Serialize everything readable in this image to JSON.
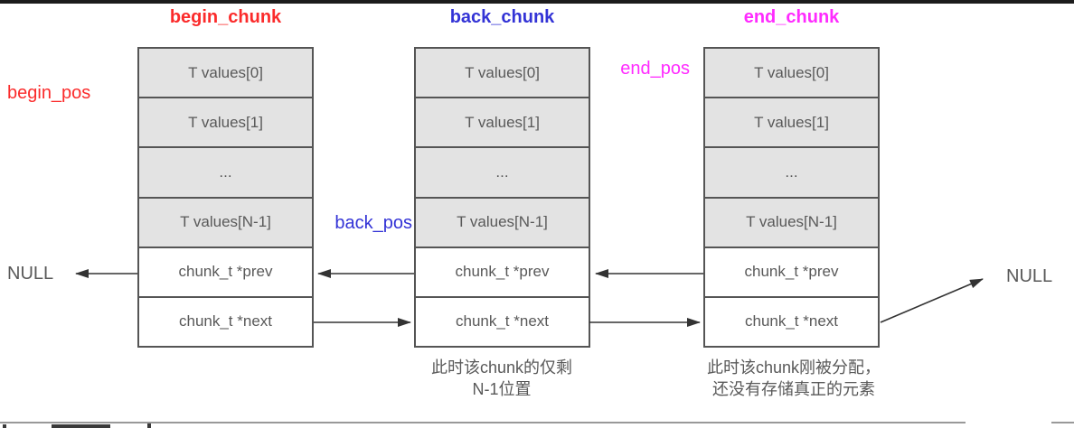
{
  "diagram": {
    "chunks": [
      {
        "title": "begin_chunk",
        "cells": [
          "T values[0]",
          "T values[1]",
          "...",
          "T values[N-1]",
          "chunk_t *prev",
          "chunk_t *next"
        ]
      },
      {
        "title": "back_chunk",
        "cells": [
          "T values[0]",
          "T values[1]",
          "...",
          "T values[N-1]",
          "chunk_t *prev",
          "chunk_t *next"
        ],
        "caption": [
          "此时该chunk的仅剩",
          "N-1位置"
        ]
      },
      {
        "title": "end_chunk",
        "cells": [
          "T values[0]",
          "T values[1]",
          "...",
          "T values[N-1]",
          "chunk_t *prev",
          "chunk_t *next"
        ],
        "caption": [
          "此时该chunk刚被分配，",
          "还没有存储真正的元素"
        ]
      }
    ],
    "pointer_labels": {
      "begin_pos": "begin_pos",
      "back_pos": "back_pos",
      "end_pos": "end_pos",
      "null_left": "NULL",
      "null_right": "NULL"
    },
    "colors": {
      "begin_accent": "#fb2b2b",
      "back_accent": "#3333d6",
      "end_accent": "#ff2bff",
      "cell_fill": "#e3e3e3",
      "cell_border": "#555555",
      "cell_text": "#595959",
      "arrow": "#333333"
    }
  }
}
